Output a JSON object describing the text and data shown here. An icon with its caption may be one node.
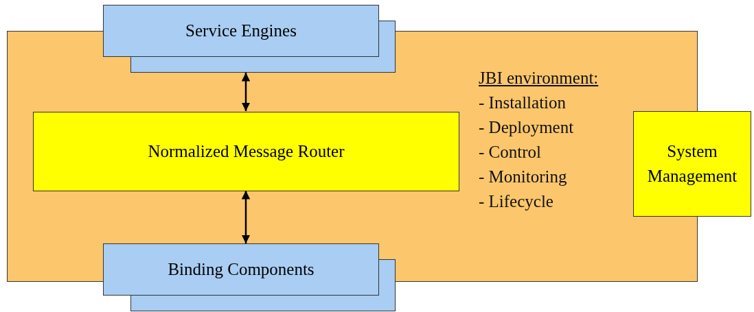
{
  "diagram": {
    "nodes": [
      {
        "text": [
          "JBI environment:",
          "- Installation",
          "- Deployment",
          "- Control",
          "- Monitoring",
          "- Lifecycle"
        ]
      },
      {
        "text": [
          "Service Engines"
        ]
      },
      {
        "text": [
          "Normalized Message Router"
        ],
        "in": 0
      },
      {
        "text": [
          "Binding Components"
        ]
      },
      {
        "text": [
          "System Management"
        ]
      }
    ],
    "edges": [
      {
        "from": 1,
        "to": 2,
        "arrow": "both"
      },
      {
        "from": 2,
        "to": 3,
        "arrow": "both"
      }
    ]
  }
}
